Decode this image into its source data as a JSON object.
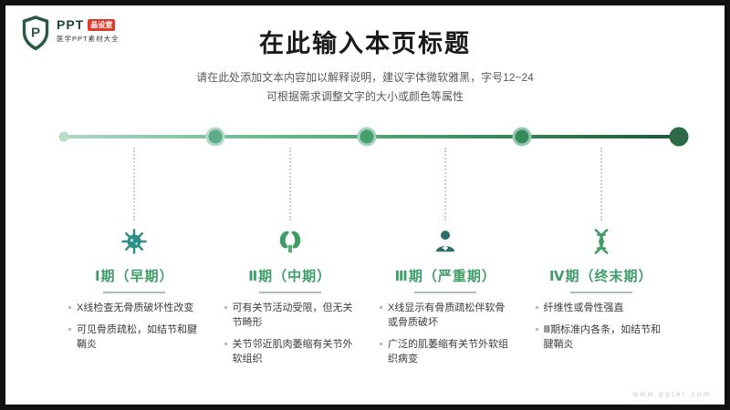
{
  "logo": {
    "letter": "P",
    "brand": "PPT",
    "badge": "晶设室",
    "tagline": "医学PPT素材大全"
  },
  "header": {
    "title": "在此输入本页标题",
    "subtitle_line1": "请在此处添加文本内容加以解释说明，建议字体微软雅黑，字号12~24",
    "subtitle_line2": "可根据需求调整文字的大小或颜色等属性"
  },
  "colors": {
    "accent_green": "#3f9d68",
    "timeline_light": "#aed8c2",
    "timeline_dark": "#20573c",
    "badge_red": "#df3b2b"
  },
  "timeline": {
    "stages": [
      {
        "icon": "virus-icon",
        "title": "Ⅰ期（早期）",
        "lines": [
          "X线检查无骨质破坏性改变",
          "可见骨质疏松，如结节和腱鞘炎"
        ]
      },
      {
        "icon": "kidney-icon",
        "title": "Ⅱ期（中期）",
        "lines": [
          "可有关节活动受限，但无关节畸形",
          "关节邻近肌肉萎缩有关节外软组织"
        ]
      },
      {
        "icon": "doctor-icon",
        "title": "Ⅲ期（严重期）",
        "lines": [
          "X线显示有骨质疏松伴软骨或骨质破坏",
          "广泛的肌萎缩有关节外软组织病变"
        ]
      },
      {
        "icon": "dna-icon",
        "title": "Ⅳ期（终末期）",
        "lines": [
          "纤维性或骨性强直",
          "Ⅲ期标准内各条，如结节和腱鞘炎"
        ]
      }
    ]
  },
  "footer": {
    "watermark": "www.ppter.com"
  }
}
